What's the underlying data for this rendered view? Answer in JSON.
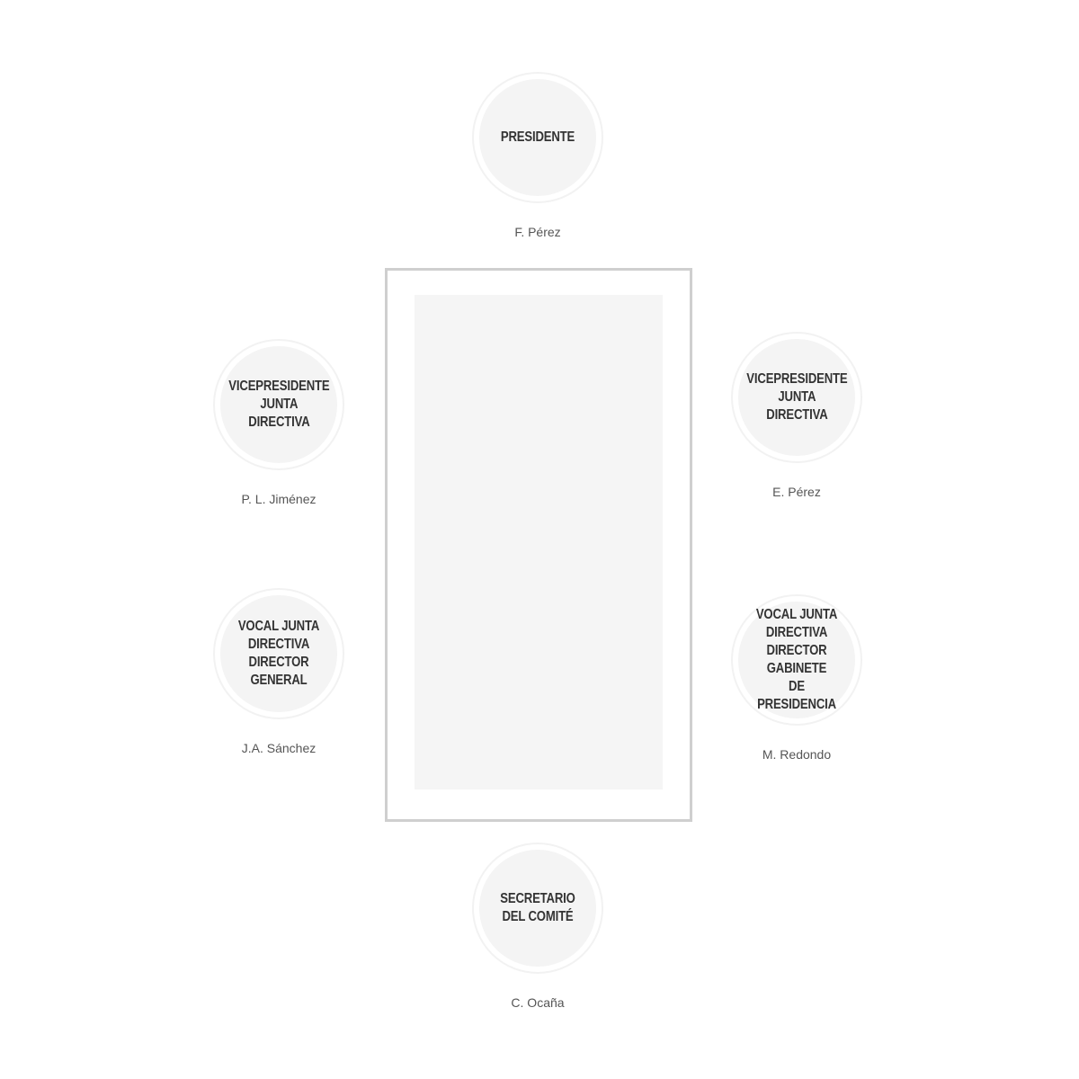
{
  "seats": [
    {
      "role": "PRESIDENTE",
      "name": "F. Pérez"
    },
    {
      "role": "VICEPRESIDENTE\nJUNTA DIRECTIVA",
      "name": "P. L. Jiménez"
    },
    {
      "role": "VICEPRESIDENTE\nJUNTA DIRECTIVA",
      "name": "E. Pérez"
    },
    {
      "role": "VOCAL JUNTA\nDIRECTIVA\nDIRECTOR GENERAL",
      "name": "J.A. Sánchez"
    },
    {
      "role": "VOCAL JUNTA\nDIRECTIVA\nDIRECTOR GABINETE\nDE PRESIDENCIA",
      "name": "M. Redondo"
    },
    {
      "role": "SECRETARIO\nDEL COMITÉ",
      "name": "C. Ocaña"
    }
  ]
}
